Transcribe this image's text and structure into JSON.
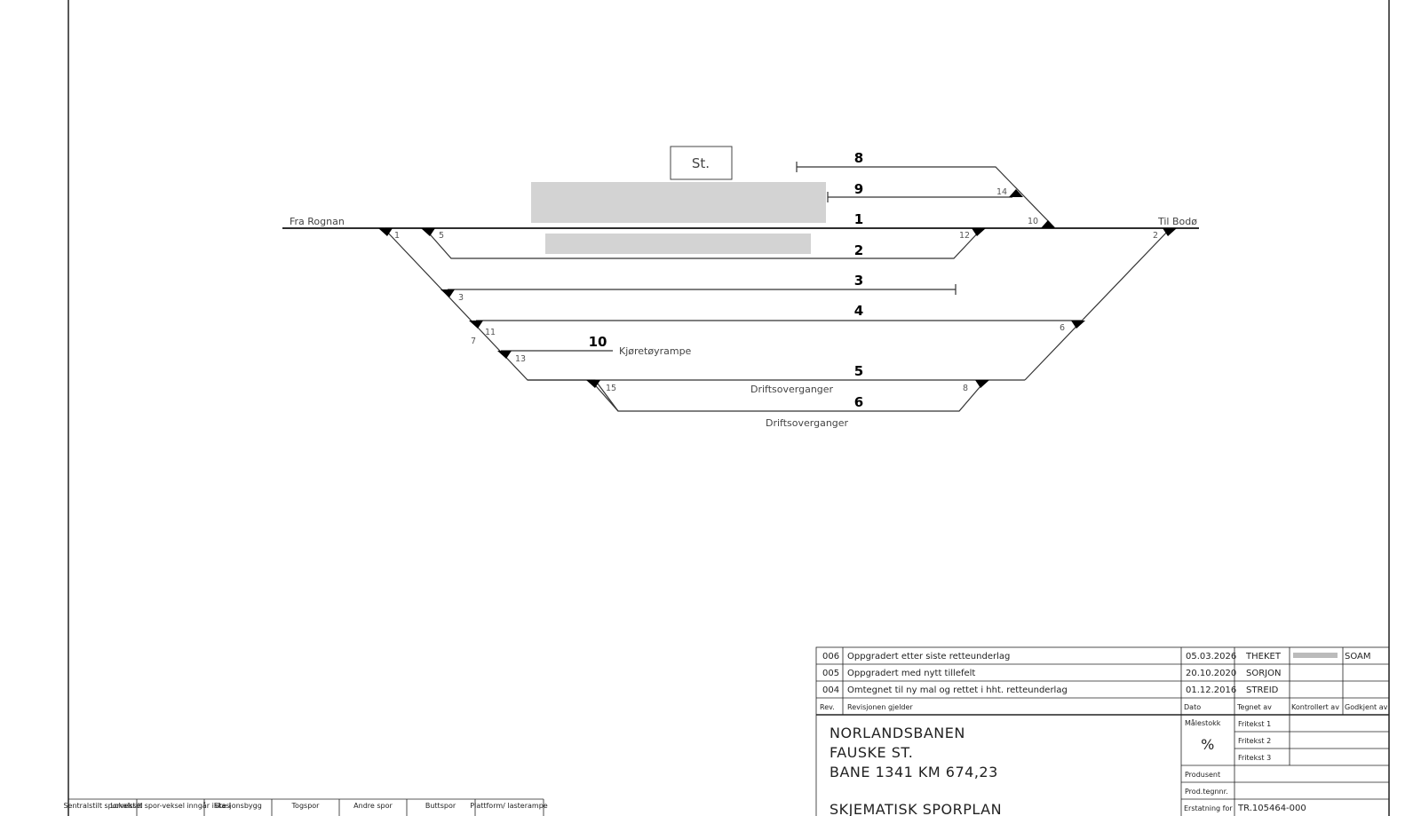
{
  "tracks": {
    "t8": "8",
    "t9": "9",
    "t1": "1",
    "t2": "2",
    "t3": "3",
    "t4": "4",
    "t10": "10",
    "t5": "5",
    "t6": "6"
  },
  "labels": {
    "station": "St.",
    "from": "Fra Rognan",
    "to": "Til Bodø",
    "ramp": "Kjøretøyrampe",
    "crossing1": "Driftsoverganger",
    "crossing2": "Driftsoverganger"
  },
  "switches": {
    "s1": "1",
    "s2": "2",
    "s3": "3",
    "s5": "5",
    "s6": "6",
    "s7": "7",
    "s8": "8",
    "s10": "10",
    "s11": "11",
    "s12": "12",
    "s13": "13",
    "s14": "14",
    "s15": "15"
  },
  "revisions": [
    {
      "rev": "006",
      "desc": "Oppgradert etter siste retteunderlag",
      "date": "05.03.2026",
      "drawn": "THEKET",
      "approved": "SOAM"
    },
    {
      "rev": "005",
      "desc": "Oppgradert med nytt tillefelt",
      "date": "20.10.2020",
      "drawn": "SORJON",
      "approved": ""
    },
    {
      "rev": "004",
      "desc": "Omtegnet til ny mal og rettet i hht. retteunderlag",
      "date": "01.12.2016",
      "drawn": "STREID",
      "approved": ""
    }
  ],
  "rev_headers": {
    "rev": "Rev.",
    "desc": "Revisjonen gjelder",
    "date": "Dato",
    "drawn": "Tegnet av",
    "checked": "Kontrollert av",
    "approved": "Godkjent av"
  },
  "title_block": {
    "line1": "NORLANDSBANEN",
    "line2": "FAUSKE ST.",
    "line3": "BANE 1341 KM 674,23",
    "line4": "SKJEMATISK SPORPLAN",
    "scale_label": "Målestokk",
    "scale_value": "%",
    "fritekst1": "Fritekst 1",
    "fritekst2": "Fritekst 2",
    "fritekst3": "Fritekst 3",
    "produsent": "Produsent",
    "prod_tegnnr": "Prod.tegnnr.",
    "erstatning_label": "Erstatning for",
    "erstatning_value": "TR.105464-000"
  },
  "legend": [
    "Sentralstilt sporveksel",
    "Lokalstilt spor-veksel inngår ikke i",
    "Stasjonsbygg",
    "Togspor",
    "Andre spor",
    "Buttspor",
    "Plattform/ lasterampe"
  ]
}
